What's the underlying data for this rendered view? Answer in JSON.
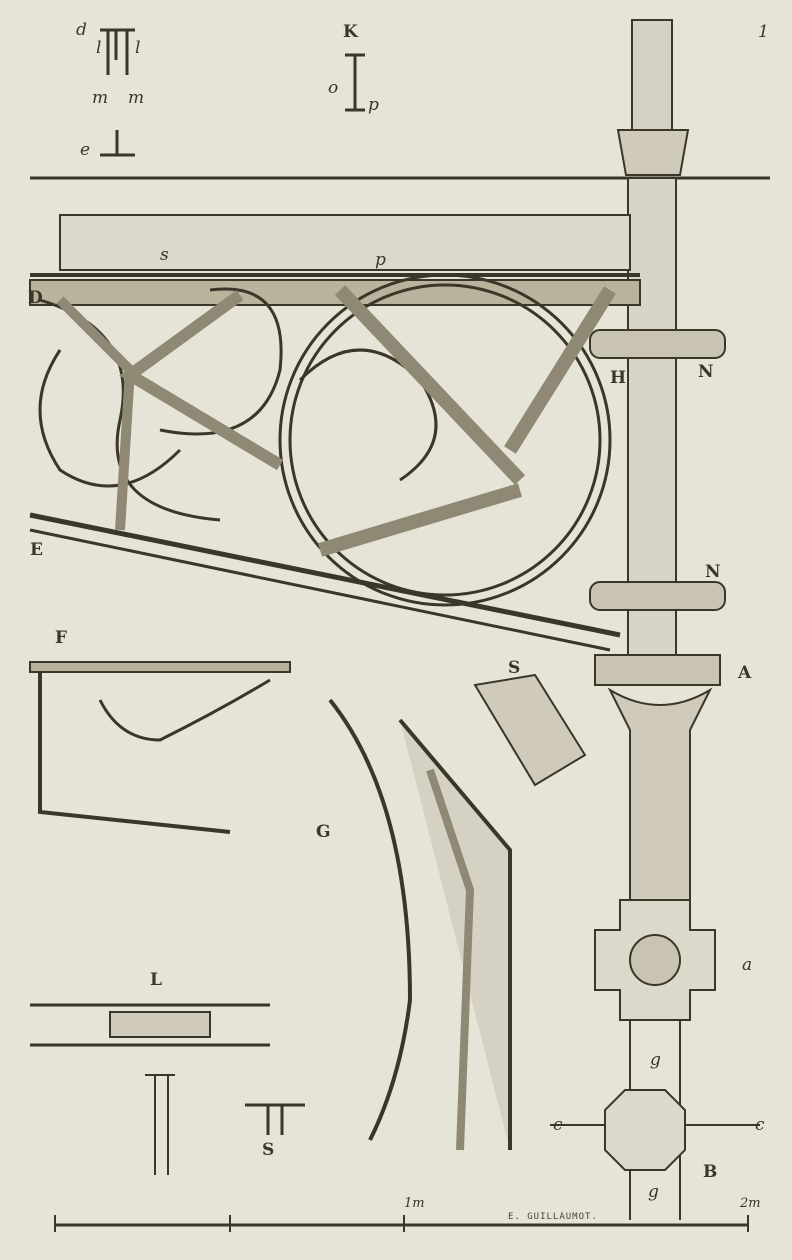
{
  "plate_number": "1",
  "labels": {
    "d": "d",
    "l1": "l",
    "l2": "l",
    "m1": "m",
    "m2": "m",
    "e": "e",
    "K": "K",
    "o": "o",
    "p_top": "p",
    "s_lower": "s",
    "p_lower": "p",
    "D": "D",
    "H": "H",
    "N1": "N",
    "E": "E",
    "N2": "N",
    "A": "A",
    "F": "F",
    "S1": "S",
    "G": "G",
    "a": "a",
    "L": "L",
    "S2": "S",
    "g1": "g",
    "c1": "c",
    "c2": "c",
    "B": "B",
    "g2": "g"
  },
  "scale": {
    "mark_1": "1m",
    "mark_2": "2m"
  },
  "signature": "E. GUILLAUMOT.",
  "colors": {
    "paper": "#e6e3d7",
    "ink": "#3a3628"
  }
}
